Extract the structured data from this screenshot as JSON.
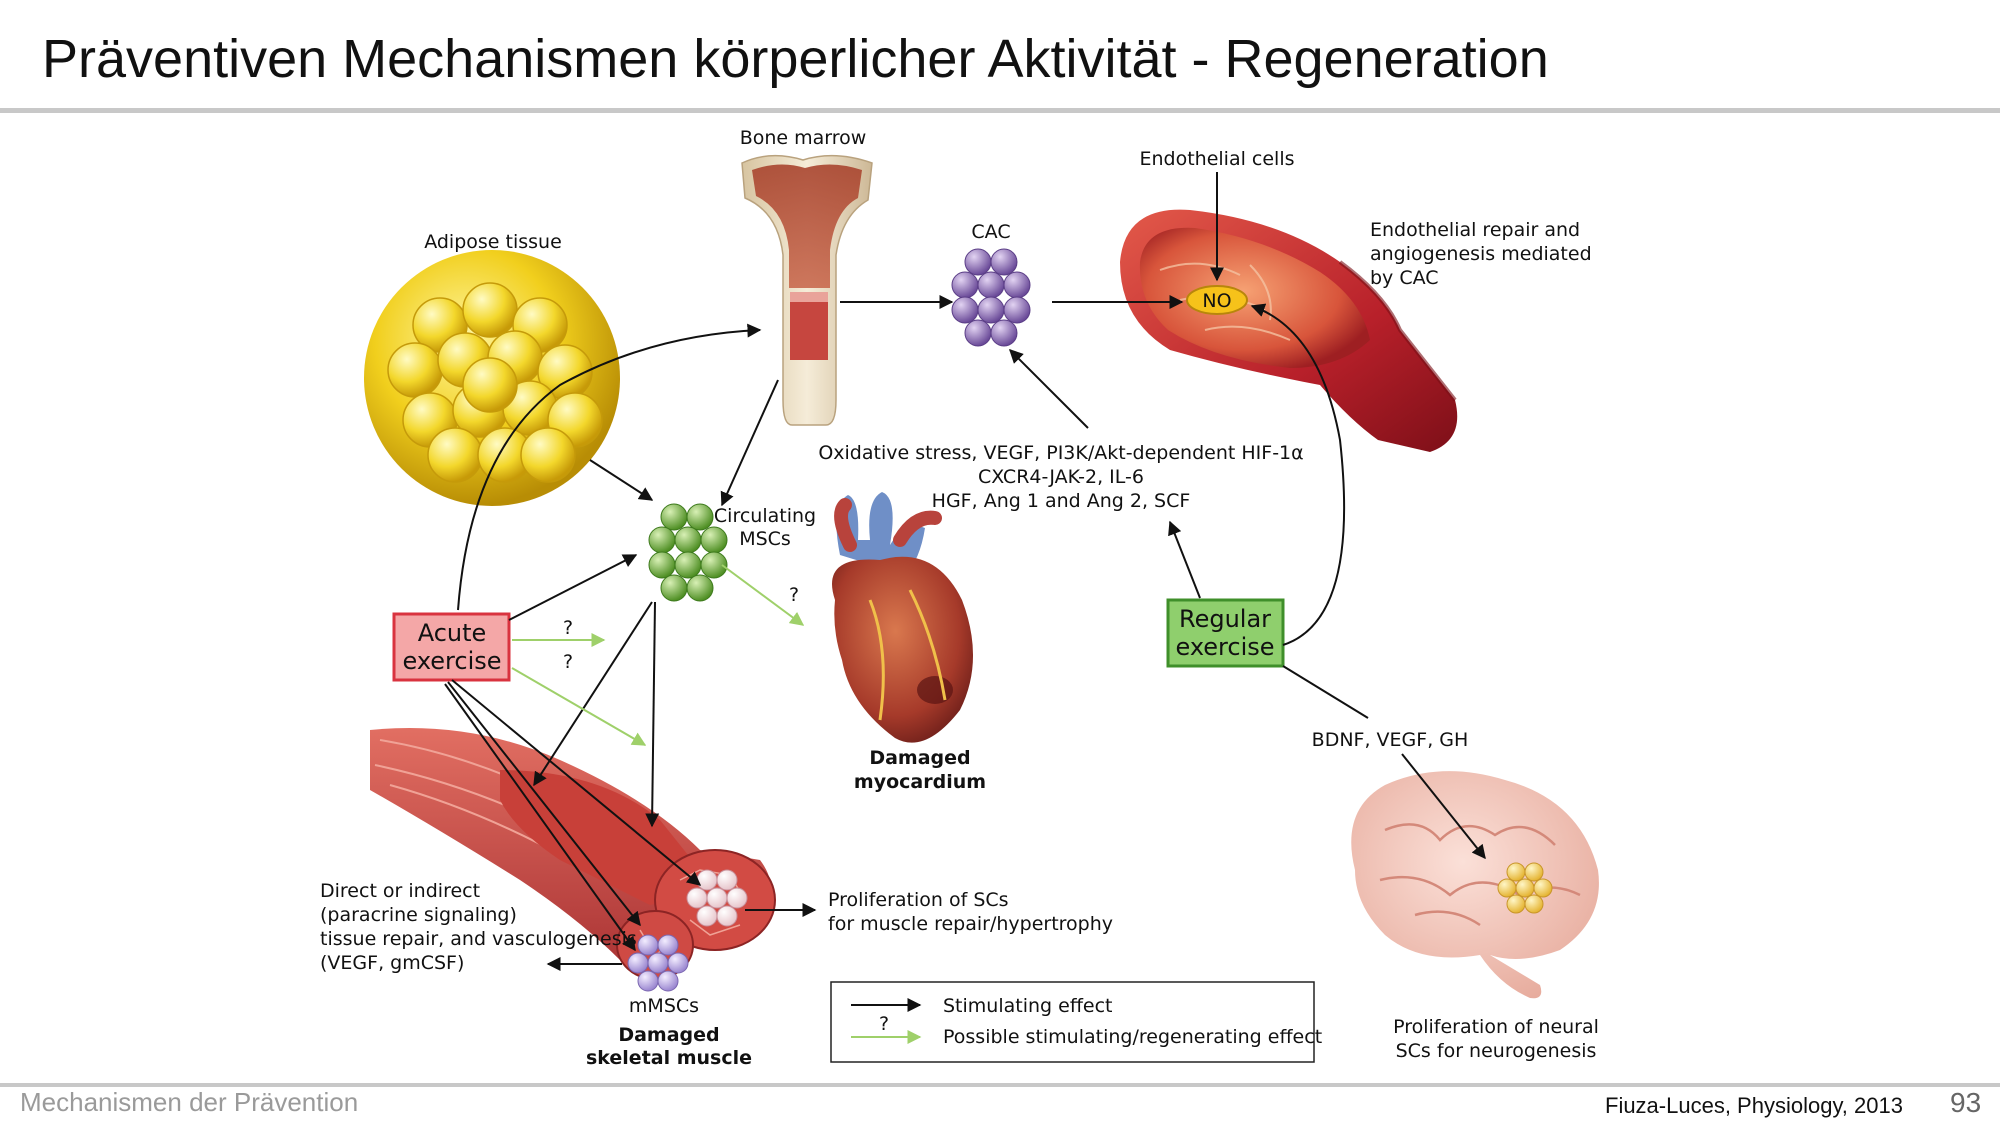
{
  "slide": {
    "title": "Präventiven Mechanismen körperlicher Aktivität  -  Regeneration",
    "footer_left": "Mechanismen der Prävention",
    "footer_citation": "Fiuza-Luces, Physiology, 2013",
    "page_number": "93"
  },
  "diagram": {
    "bone_marrow": "Bone marrow",
    "adipose_tissue": "Adipose tissue",
    "cac": "CAC",
    "endothelial_cells": "Endothelial cells",
    "no_label": "NO",
    "endothelial_repair": [
      "Endothelial repair and",
      "angiogenesis mediated",
      "by CAC"
    ],
    "mediators": [
      "Oxidative stress, VEGF, PI3K/Akt-dependent HIF-1α",
      "CXCR4-JAK-2, IL-6",
      "HGF, Ang 1 and Ang 2, SCF"
    ],
    "circulating_mscs": [
      "Circulating",
      "MSCs"
    ],
    "acute_exercise": [
      "Acute",
      "exercise"
    ],
    "regular_exercise": [
      "Regular",
      "exercise"
    ],
    "question_mark": "?",
    "damaged_myocardium": [
      "Damaged",
      "myocardium"
    ],
    "brain_factors": "BDNF, VEGF, GH",
    "neural_sc": [
      "Proliferation of neural",
      "SCs for neurogenesis"
    ],
    "muscle_sc": [
      "Proliferation of SCs",
      "for muscle repair/hypertrophy"
    ],
    "paracrine": [
      "Direct or indirect",
      "(paracrine signaling)",
      "tissue repair, and vasculogenesis",
      "(VEGF, gmCSF)"
    ],
    "mmscs": "mMSCs",
    "damaged_skeletal_muscle": [
      "Damaged",
      "skeletal muscle"
    ],
    "legend": {
      "stimulating": "Stimulating effect",
      "possible": "Possible stimulating/regenerating effect",
      "question_mark": "?"
    }
  },
  "colors": {
    "acute_box_fill": "#f4a7a7",
    "acute_box_border": "#d9333f",
    "regular_box_fill": "#8fcf6d",
    "regular_box_border": "#3f8f2a",
    "possible_arrow": "#9fd06a",
    "stimulating_arrow": "#111111",
    "msc_cells": "#6fae3c",
    "cac_cells": "#8b6bb5",
    "neural_cells": "#f5d36a",
    "no_fill": "#f6c21a"
  }
}
